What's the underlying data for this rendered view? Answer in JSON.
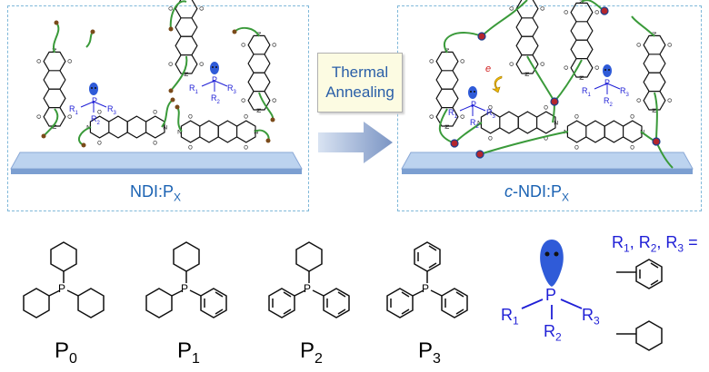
{
  "panels": {
    "left_label": {
      "main": "NDI:P",
      "sub": "X"
    },
    "right_label": {
      "prefix": "c",
      "main": "-NDI:P",
      "sub": "X"
    }
  },
  "process": {
    "line1": "Thermal",
    "line2": "Annealing"
  },
  "electron": "e",
  "phosphine_small": {
    "r1": "R",
    "r1s": "1",
    "r2": "R",
    "r2s": "2",
    "r3": "R",
    "r3s": "3",
    "p": "P"
  },
  "phosphines": [
    {
      "name": "P",
      "sub": "0",
      "substituents": [
        "cyclohexyl",
        "cyclohexyl",
        "cyclohexyl"
      ]
    },
    {
      "name": "P",
      "sub": "1",
      "substituents": [
        "cyclohexyl",
        "cyclohexyl",
        "phenyl"
      ]
    },
    {
      "name": "P",
      "sub": "2",
      "substituents": [
        "cyclohexyl",
        "phenyl",
        "phenyl"
      ]
    },
    {
      "name": "P",
      "sub": "3",
      "substituents": [
        "phenyl",
        "phenyl",
        "phenyl"
      ]
    }
  ],
  "generic": {
    "p": "P",
    "r1": "R",
    "r1s": "1",
    "r2": "R",
    "r2s": "2",
    "r3": "R",
    "r3s": "3",
    "definition": {
      "text": "R",
      "a": "1",
      "b": "2",
      "c": "3",
      "sep": ", ",
      "eq": " ="
    }
  },
  "colors": {
    "phosphine": "#1f1fd6",
    "chain": "#3a9a3a",
    "node": "#b3262e",
    "substrate": "#9fbde6",
    "label": "#1a62b3"
  }
}
